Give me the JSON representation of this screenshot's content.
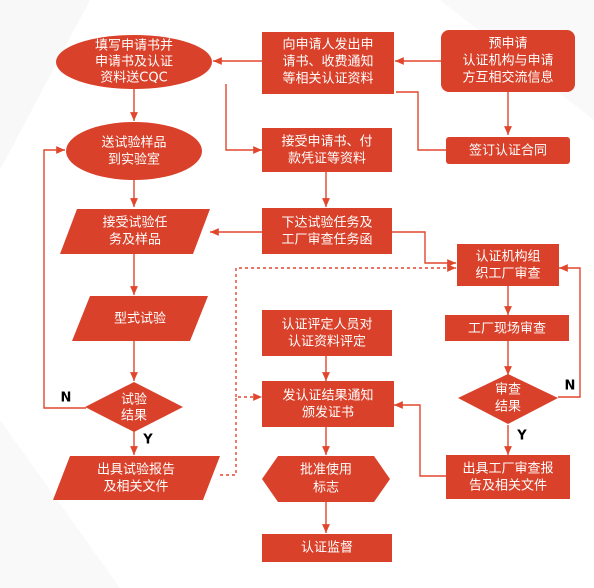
{
  "colors": {
    "node_fill": "#d9412a",
    "edge": "#e0472d",
    "background": "#ffffff"
  },
  "nodes": {
    "fill_application": [
      "填写申请书并",
      "申请书及认证",
      "资料送CQC"
    ],
    "issue_notice": [
      "向申请人发出申",
      "请书、收费通知",
      "等相关认证资料"
    ],
    "pre_application": [
      "预申请",
      "认证机构与申请",
      "方互相交流信息"
    ],
    "send_samples": [
      "送试验样品",
      "到实验室"
    ],
    "receive_application": [
      "接受申请书、付",
      "款凭证等资料"
    ],
    "sign_contract": [
      "签订认证合同"
    ],
    "receive_test_task": [
      "接受试验任",
      "务及样品"
    ],
    "issue_tasks": [
      "下达试验任务及",
      "工厂审查任务函"
    ],
    "organize_audit": [
      "认证机构组",
      "织工厂审查"
    ],
    "type_test": [
      "型式试验"
    ],
    "evaluation": [
      "认证评定人员对",
      "认证资料评定"
    ],
    "factory_audit": [
      "工厂现场审查"
    ],
    "test_result": [
      "试验",
      "结果"
    ],
    "issue_cert": [
      "发认证结果通知",
      "颁发证书"
    ],
    "audit_result": [
      "审查",
      "结果"
    ],
    "test_report": [
      "出具试验报告",
      "及相关文件"
    ],
    "approve_mark": [
      "批准使用",
      "标志"
    ],
    "audit_report": [
      "出具工厂审查报",
      "告及相关文件"
    ],
    "supervision": [
      "认证监督"
    ]
  },
  "branch_labels": {
    "test_no": "N",
    "test_yes": "Y",
    "audit_no": "N",
    "audit_yes": "Y"
  }
}
